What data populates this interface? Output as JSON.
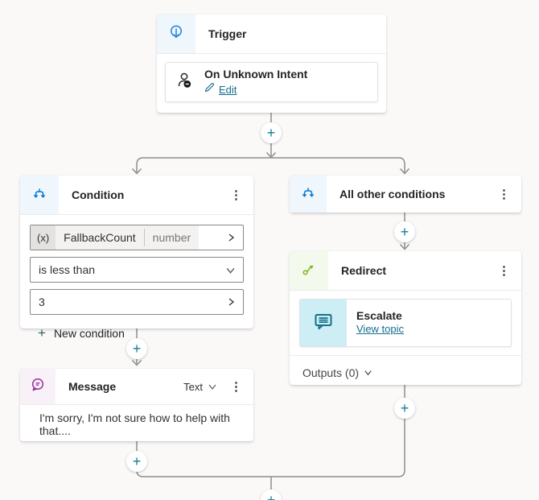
{
  "canvas": {
    "bg": "#faf9f8",
    "connector_color": "#908e8c",
    "plus_accent": "#127d98"
  },
  "icons": {
    "kebab_glyph": "⋮",
    "plus_glyph": "+"
  },
  "trigger": {
    "title": "Trigger",
    "child": {
      "title": "On Unknown Intent",
      "edit_label": "Edit"
    }
  },
  "condition": {
    "title": "Condition",
    "variable": {
      "prefix": "(x)",
      "name": "FallbackCount",
      "type": "number"
    },
    "operator": "is less than",
    "value": "3",
    "new_condition_label": "New condition"
  },
  "all_other_conditions": {
    "title": "All other conditions"
  },
  "redirect": {
    "title": "Redirect",
    "child": {
      "title": "Escalate",
      "link_label": "View topic"
    },
    "outputs_label": "Outputs (0)"
  },
  "message": {
    "title": "Message",
    "mode_label": "Text",
    "body": "I'm sorry, I'm not sure how to help with that...."
  }
}
